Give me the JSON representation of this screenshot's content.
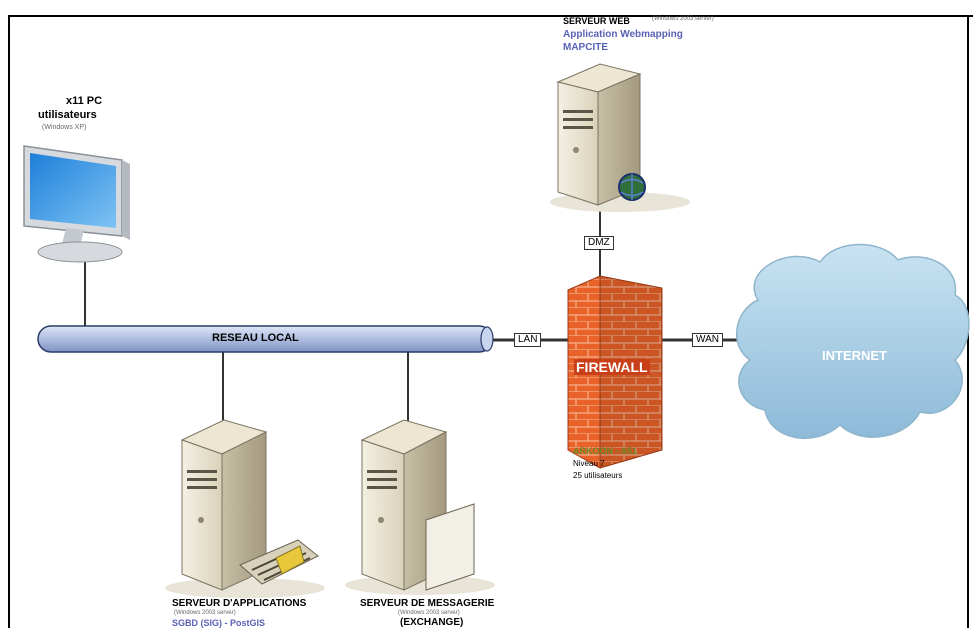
{
  "pc": {
    "count_label": "x11 PC",
    "role": "utilisateurs",
    "os": "(Windows XP)"
  },
  "web_server": {
    "title": "SERVEUR WEB",
    "os": "(Windows 2003 server)",
    "app_line1": "Application Webmapping",
    "app_line2": "MAPCITE"
  },
  "network": {
    "lan_bus": "RESEAU LOCAL",
    "dmz": "DMZ",
    "lan": "LAN",
    "wan": "WAN",
    "internet": "INTERNET"
  },
  "firewall": {
    "label": "FIREWALL",
    "model": "ARKOON - A51",
    "level": "Niveau 7",
    "users": "25 utilisateurs"
  },
  "app_server": {
    "title": "SERVEUR D'APPLICATIONS",
    "os": "(Windows 2003 server)",
    "db": "SGBD (SIG) - PostGIS"
  },
  "mail_server": {
    "title": "SERVEUR DE MESSAGERIE",
    "os": "(Windows 2003 server)",
    "service": "(EXCHANGE)"
  },
  "colors": {
    "firewall_brick": "#e8622a",
    "bus": "#aebde0",
    "cloud": "#a9cfe6",
    "accent_blue": "#5a62b5",
    "accent_green": "#6a8a2a"
  }
}
